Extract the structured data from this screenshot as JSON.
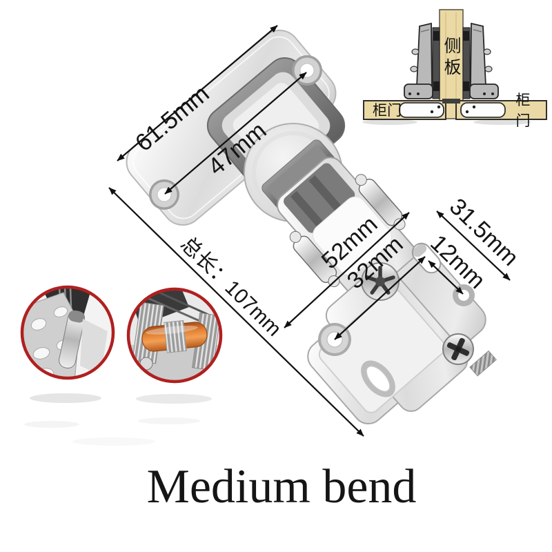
{
  "canvas": {
    "background": "#ffffff"
  },
  "dimensions": {
    "plate_length": "61.5mm",
    "cup_hole_spacing": "47mm",
    "overall_length": "总长：107mm",
    "arm_span": "52mm",
    "base_hole_spacing": "32mm",
    "slot_to_hole": "12mm",
    "base_plate_width": "31.5mm"
  },
  "caption": "Medium bend",
  "installation_diagram": {
    "side_panel": "侧板",
    "left_door": "柜门",
    "right_door": "柜门"
  },
  "colors": {
    "dimension_text": "#141414",
    "caption_text": "#151515",
    "inset_ring": "#b02020",
    "wood_panel": "#ead9a4",
    "damper_orange": "#e08136",
    "metal_gray": "#c9c9c9",
    "outline_black": "#111111"
  }
}
